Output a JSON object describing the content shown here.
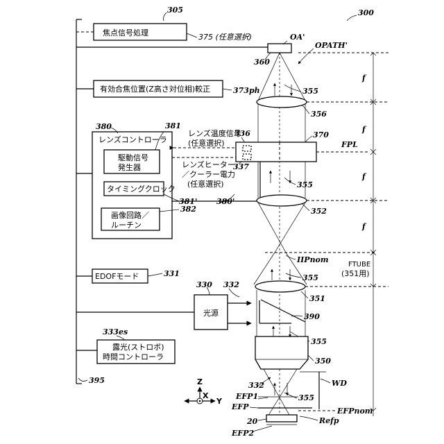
{
  "figure": {
    "ref_system": "300",
    "ref_bus": "305",
    "ref_bus_bottom": "395",
    "blocks": {
      "focus_signal": {
        "label": "焦点信号処理",
        "ref": "375 (任意選択)"
      },
      "calibration": {
        "label": "有効合焦位置(Z高さ対位相)較正",
        "ref": "373ph"
      },
      "lens_controller": {
        "label": "レンズコントローラ",
        "ref": "380",
        "ref_line": "380'"
      },
      "drive_signal": {
        "line1": "駆動信号",
        "line2": "発生器",
        "ref": "381"
      },
      "timing_clock": {
        "label": "タイミングクロック",
        "ref": "381'"
      },
      "image_circuit": {
        "line1": "画像回路／",
        "line2": "ルーチン",
        "ref": "382"
      },
      "edof_mode": {
        "label": "EDOFモード",
        "ref": "331"
      },
      "light_source": {
        "label": "光源",
        "ref": "330",
        "ref_beam": "332"
      },
      "exposure": {
        "line1": "露光(ストロボ)",
        "line2": "時間コントローラ",
        "ref": "333es"
      }
    },
    "signals": {
      "temp_line1": "レンズ温度信号",
      "temp_line2": "(任意選択)",
      "temp_ref": "336",
      "heater_line1": "レンズヒーター",
      "heater_line2": "／クーラー電力",
      "heater_line3": "(任意選択)",
      "heater_ref": "337"
    },
    "optics": {
      "oa": "OA'",
      "opath": "OPATH'",
      "ref_360": "360",
      "ref_355a": "355",
      "ref_356": "356",
      "ref_370": "370",
      "fpl": "FPL",
      "ref_355b": "355",
      "ref_352": "352",
      "iipnom": "IIPnom",
      "ref_355c": "355",
      "ref_351": "351",
      "ref_390": "390",
      "ref_355d": "355",
      "ref_350": "350",
      "ref_332b": "332",
      "ref_355e": "355",
      "wd": "WD",
      "efp1": "EFP1",
      "efp": "EFP",
      "efpnom": "EFPnom",
      "ref_20": "20",
      "refp": "Refp",
      "efp2": "EFP2"
    },
    "focal": {
      "f1": "f",
      "f2": "f",
      "f3": "f",
      "f4": "f",
      "ftube": "FTUBE",
      "ftube_ref": "(351用)"
    },
    "axes": {
      "z": "Z",
      "x": "X",
      "y": "Y"
    }
  }
}
